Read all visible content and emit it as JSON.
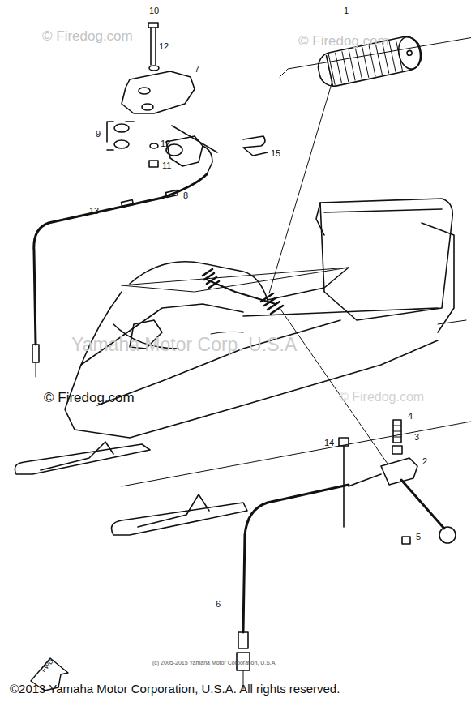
{
  "diagram": {
    "labels": [
      "© Firedog.com",
      "© Firedog.com",
      "Yamaha Motor Corp. U.S.A",
      "© Firedog.com",
      "© Firedog.com",
      "10",
      "12",
      "7",
      "9",
      "12",
      "11",
      "8",
      "15",
      "1",
      "13",
      "4",
      "3",
      "2",
      "14",
      "5",
      "6",
      "FWD",
      "(c) 2005-2015 Yamaha Motor Corporation, U.S.A.",
      "©2013 Yamaha Motor Corporation, U.S.A. All rights reserved."
    ]
  }
}
